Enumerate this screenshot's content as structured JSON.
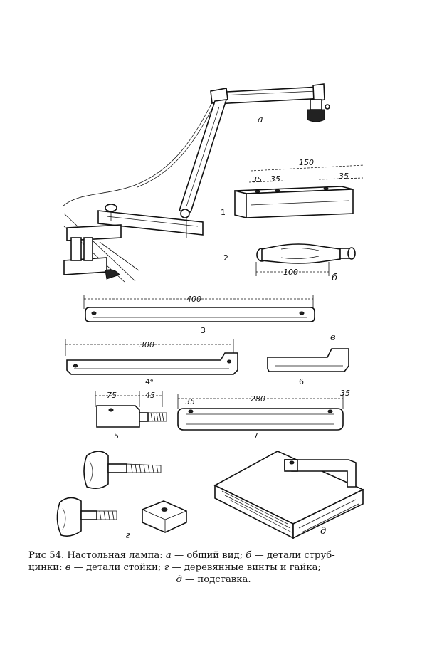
{
  "figure": {
    "part_labels": {
      "a": "а",
      "b": "б",
      "v": "в",
      "g": "г",
      "d": "д"
    },
    "part_numbers": [
      "1",
      "2",
      "3",
      "4",
      "5",
      "6",
      "7"
    ],
    "dimensions": {
      "clamp_bar_total": "150",
      "clamp_bar_holes": [
        "35",
        "35",
        "35"
      ],
      "handle_length": "100",
      "bar3_length": "400",
      "bar4_length": "300",
      "bar5_length": "75",
      "bar5_screw": "45",
      "bar7_length": "280",
      "bar7_left_offset": "35",
      "bar7_right_offset": "35"
    },
    "bar4_mark": "4ᵉ"
  },
  "caption": {
    "prefix": "Рис 54.",
    "title": "Настольная лампа:",
    "a_letter": "а",
    "a_text": "— общий вид;",
    "b_letter": "б",
    "b_text_1": "— детали струб-",
    "b_text_2": "цинки:",
    "v_letter": "в",
    "v_text": "— детали стойки;",
    "g_letter": "г",
    "g_text": "— деревянные винты и гайка;",
    "d_letter": "д",
    "d_text": "— подставка."
  }
}
